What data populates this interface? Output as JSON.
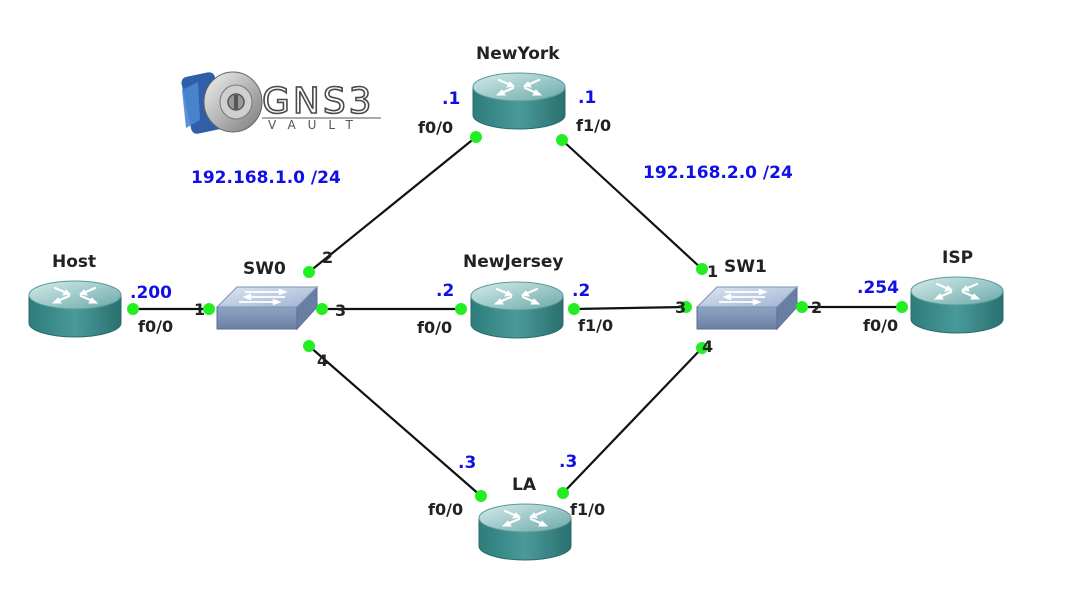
{
  "logo": {
    "text": "GNS3",
    "subtext": "VAULT"
  },
  "subnets": {
    "left": "192.168.1.0 /24",
    "right": "192.168.2.0 /24"
  },
  "devices": {
    "host": {
      "name": "Host",
      "ip": ".200",
      "if": "f0/0"
    },
    "newyork": {
      "name": "NewYork",
      "ip_left": ".1",
      "ip_right": ".1",
      "if_left": "f0/0",
      "if_right": "f1/0"
    },
    "newjersey": {
      "name": "NewJersey",
      "ip_left": ".2",
      "ip_right": ".2",
      "if_left": "f0/0",
      "if_right": "f1/0"
    },
    "la": {
      "name": "LA",
      "ip_left": ".3",
      "ip_right": ".3",
      "if_left": "f0/0",
      "if_right": "f1/0"
    },
    "isp": {
      "name": "ISP",
      "ip": ".254",
      "if": "f0/0"
    },
    "sw0": {
      "name": "SW0",
      "p1": "1",
      "p2": "2",
      "p3": "3",
      "p4": "4"
    },
    "sw1": {
      "name": "SW1",
      "p1": "1",
      "p2": "2",
      "p3": "3",
      "p4": "4"
    }
  },
  "colors": {
    "router_top": "#8cc6c6",
    "router_body": "#3f8f8f",
    "switch_top": "#b8c8e0",
    "switch_body": "#7f95b8",
    "link": "#111111",
    "port_dot": "#22ee22",
    "ip_text": "#1010e6"
  }
}
